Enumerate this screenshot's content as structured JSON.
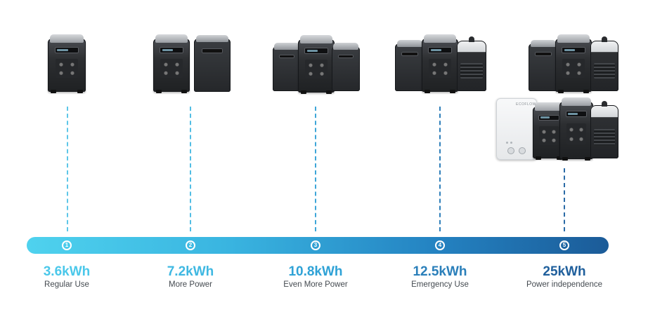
{
  "colors": {
    "timeline_start": "#4fd2ee",
    "timeline_end": "#1b5b98",
    "dash_light": "#5ec7e8",
    "dash_dark": "#2a6aa6"
  },
  "tiers": [
    {
      "step": "1",
      "capacity": "3.6kWh",
      "label": "Regular Use",
      "color": "#4bc8ea"
    },
    {
      "step": "2",
      "capacity": "7.2kWh",
      "label": "More Power",
      "color": "#3fb8e2"
    },
    {
      "step": "3",
      "capacity": "10.8kWh",
      "label": "Even More Power",
      "color": "#2fa2d6"
    },
    {
      "step": "4",
      "capacity": "12.5kWh",
      "label": "Emergency Use",
      "color": "#2a7fba"
    },
    {
      "step": "5",
      "capacity": "25kWh",
      "label": "Power independence",
      "color": "#1f5f9c"
    }
  ],
  "panel_brand": "ECOFLOW"
}
